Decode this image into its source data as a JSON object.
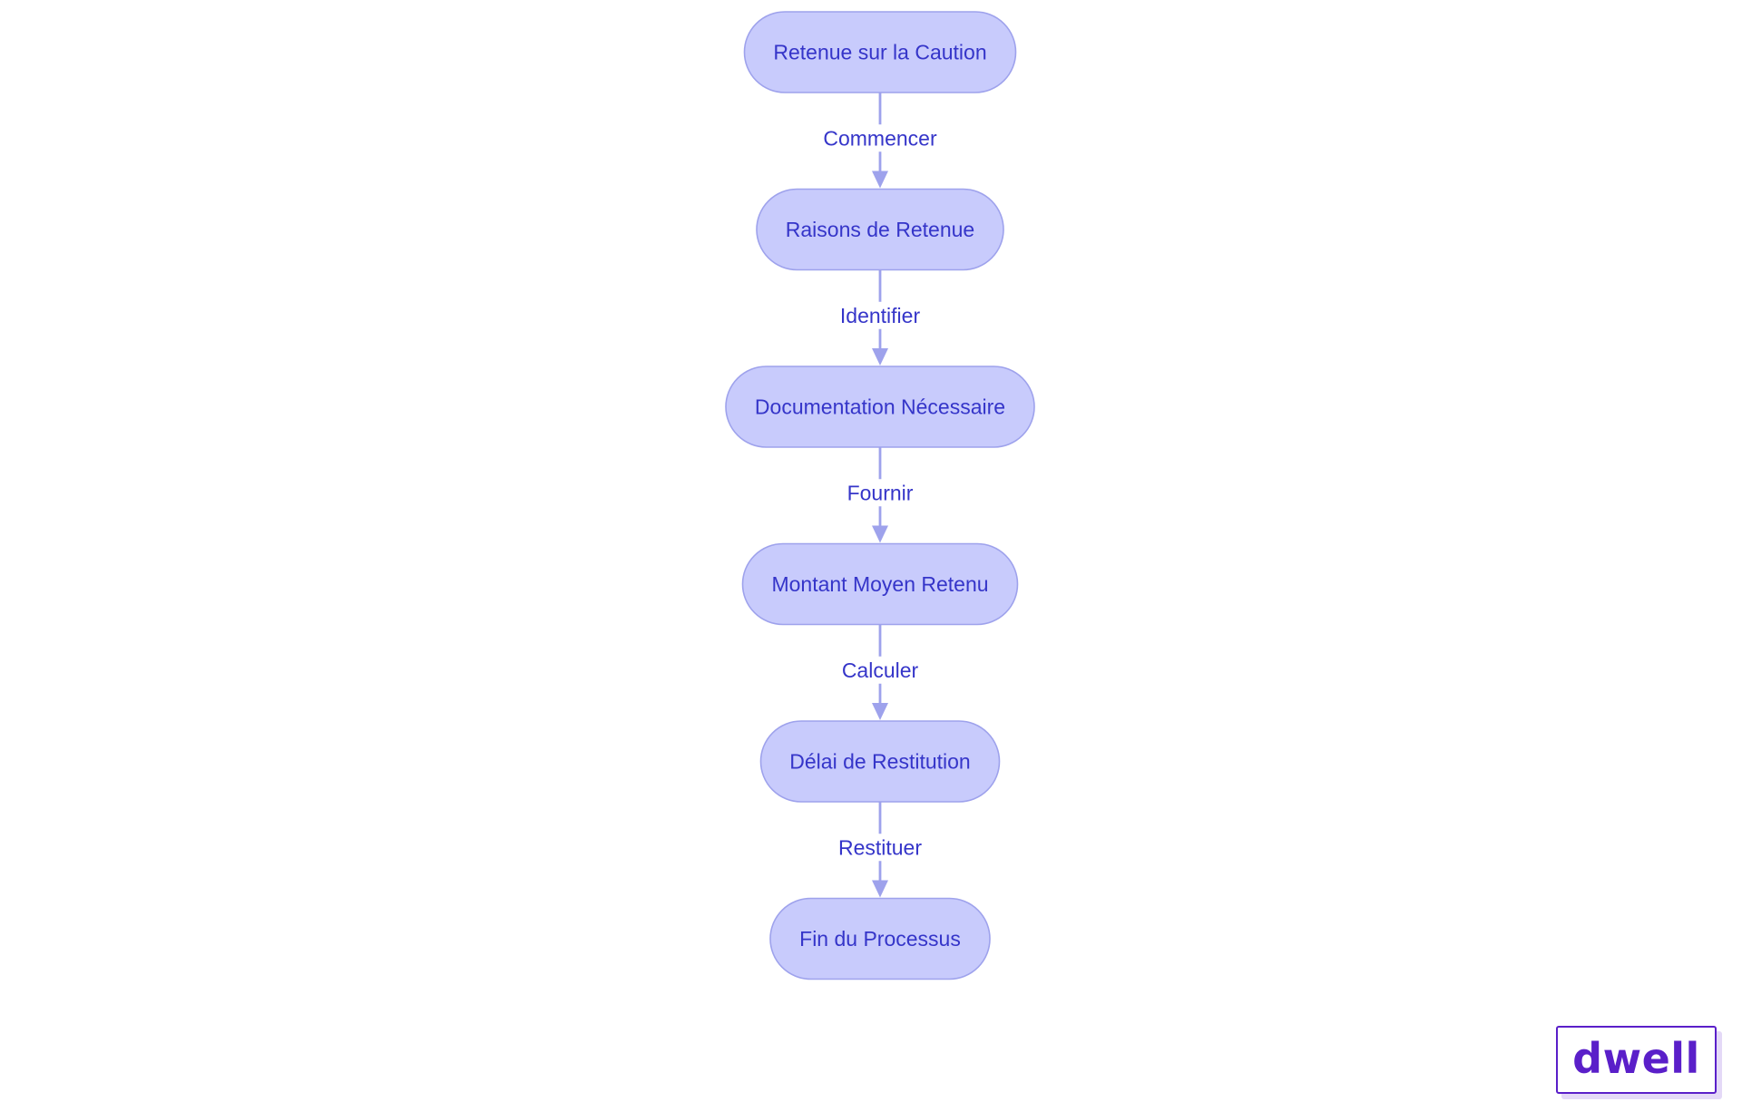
{
  "diagram": {
    "nodes": [
      {
        "id": "n1",
        "label": "Retenue sur la Caution"
      },
      {
        "id": "n2",
        "label": "Raisons de Retenue"
      },
      {
        "id": "n3",
        "label": "Documentation Nécessaire"
      },
      {
        "id": "n4",
        "label": "Montant Moyen Retenu"
      },
      {
        "id": "n5",
        "label": "Délai de Restitution"
      },
      {
        "id": "n6",
        "label": "Fin du Processus"
      }
    ],
    "edges": [
      {
        "from": "n1",
        "to": "n2",
        "label": "Commencer"
      },
      {
        "from": "n2",
        "to": "n3",
        "label": "Identifier"
      },
      {
        "from": "n3",
        "to": "n4",
        "label": "Fournir"
      },
      {
        "from": "n4",
        "to": "n5",
        "label": "Calculer"
      },
      {
        "from": "n5",
        "to": "n6",
        "label": "Restituer"
      }
    ]
  },
  "colors": {
    "node_fill": "#c8cbfc",
    "node_stroke": "#9ea2ec",
    "text": "#3535c9",
    "edge": "#9ea2ec",
    "logo": "#5a1fc9"
  },
  "logo": {
    "text": "dwell"
  }
}
